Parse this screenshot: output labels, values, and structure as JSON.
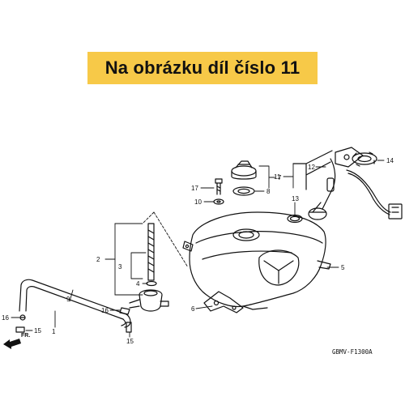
{
  "banner": {
    "text": "Na obrázku díl číslo 11",
    "background": "#f7c948"
  },
  "diagram": {
    "drawing_code": "GBMV-F1300A",
    "direction_label": "FR.",
    "callouts": [
      "1",
      "2",
      "3",
      "4",
      "5",
      "6",
      "7",
      "8",
      "9",
      "10",
      "11",
      "12",
      "13",
      "14",
      "15",
      "15",
      "16",
      "16",
      "17"
    ]
  }
}
